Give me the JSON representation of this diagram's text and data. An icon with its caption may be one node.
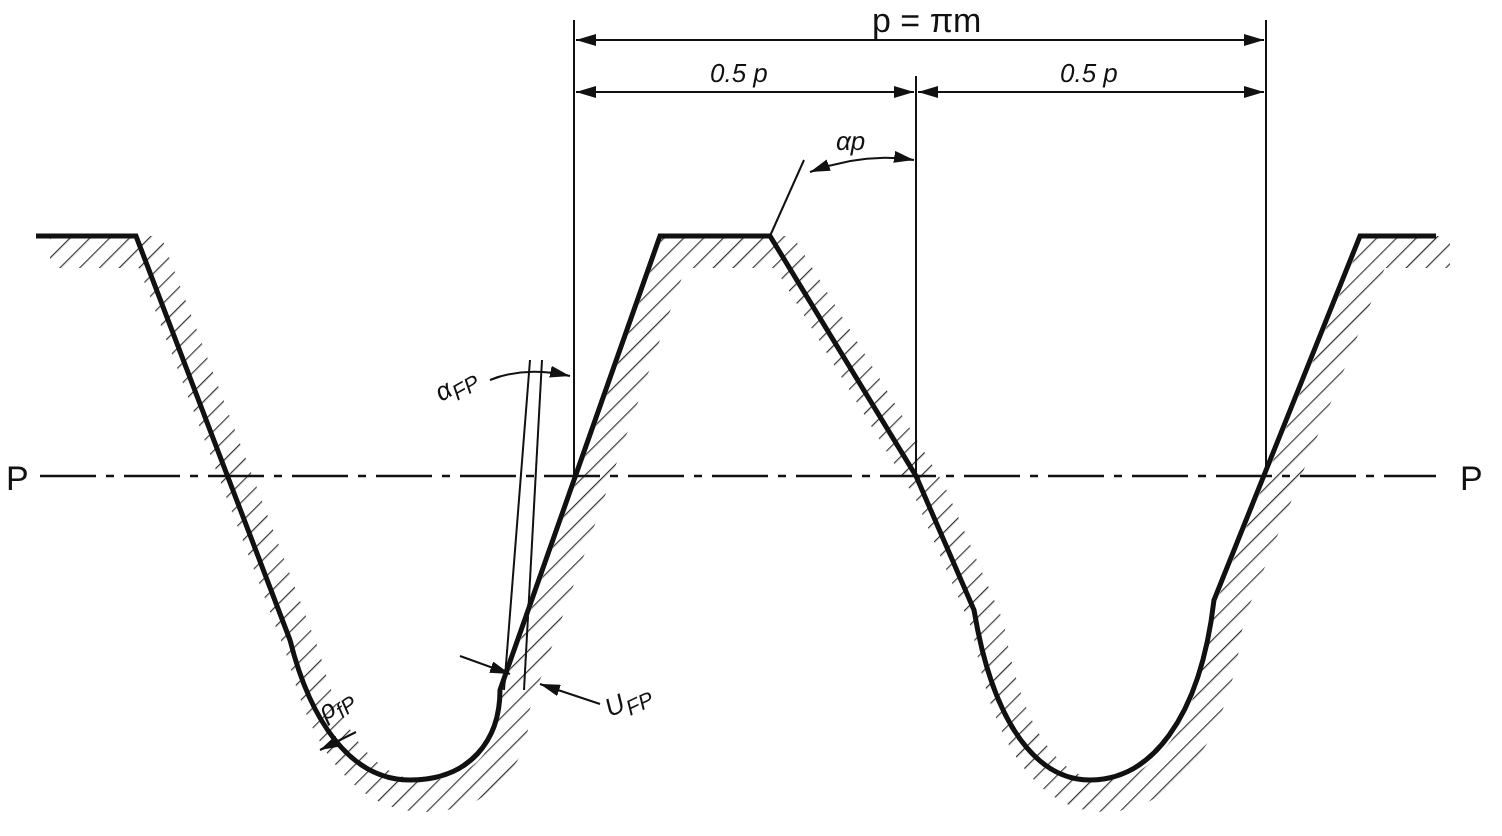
{
  "diagram": {
    "labels": [
      "p = πm",
      "0.5 p",
      "0.5 p",
      "αp",
      "α$_{FP}$",
      "P",
      "P",
      "U$_{FP}$",
      "ρ$_{fP}$"
    ]
  }
}
